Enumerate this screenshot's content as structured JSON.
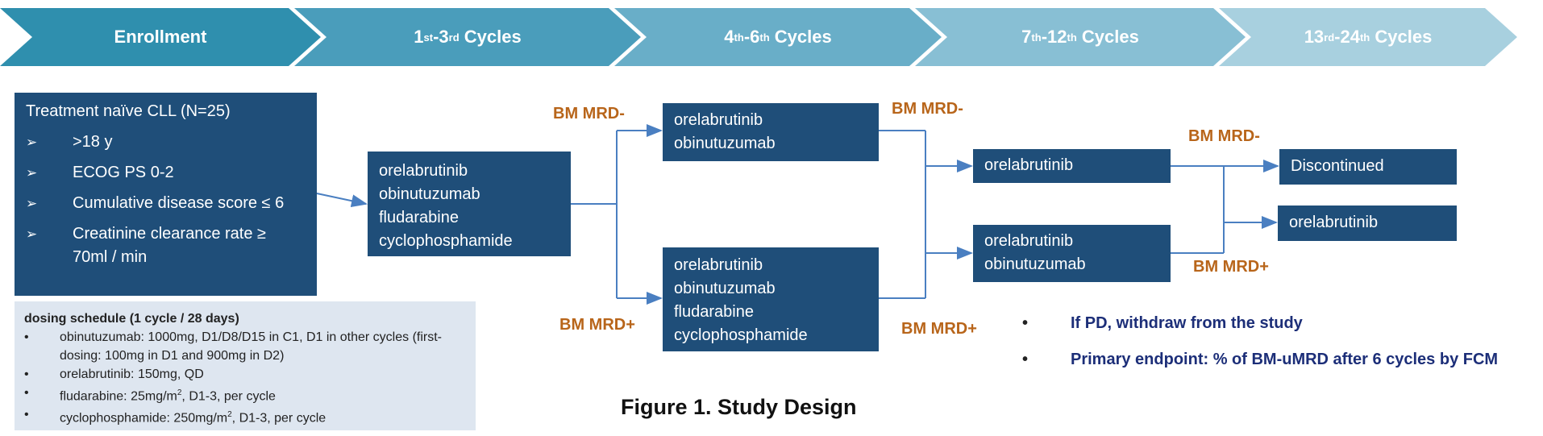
{
  "header": {
    "stages": [
      {
        "pre": "Enrollment",
        "sup1": "",
        "mid": "",
        "sup2": "",
        "post": "",
        "color": "#2f8fae"
      },
      {
        "pre": "1",
        "sup1": "st",
        "mid": "-3",
        "sup2": "rd",
        "post": " Cycles",
        "color": "#4a9dbb"
      },
      {
        "pre": "4",
        "sup1": "th",
        "mid": "-6",
        "sup2": "th",
        "post": " Cycles",
        "color": "#69aec8"
      },
      {
        "pre": "7",
        "sup1": "th",
        "mid": "-12",
        "sup2": "th",
        "post": " Cycles",
        "color": "#88bfd4"
      },
      {
        "pre": "13",
        "sup1": "rd",
        "mid": "-24",
        "sup2": "th",
        "post": " Cycles",
        "color": "#a8d0df"
      }
    ]
  },
  "enrollment": {
    "title": "Treatment naïve CLL (N=25)",
    "arrow_glyph": "➢",
    "criteria": [
      ">18 y",
      "ECOG PS 0-2",
      "Cumulative disease score ≤ 6",
      "Creatinine clearance rate ≥ 70ml / min"
    ]
  },
  "dosing": {
    "title": "dosing schedule (1 cycle / 28 days)",
    "bullet": "•",
    "items": [
      {
        "pre": "obinutuzumab: 1000mg, D1/D8/D15 in C1, D1 in other cycles (first-dosing: 100mg in D1 and 900mg in D2)",
        "sup": "",
        "post": ""
      },
      {
        "pre": "orelabrutinib: 150mg, QD",
        "sup": "",
        "post": ""
      },
      {
        "pre": "fludarabine: 25mg/m",
        "sup": "2",
        "post": ", D1-3, per cycle"
      },
      {
        "pre": "cyclophosphamide: 250mg/m",
        "sup": "2",
        "post": ", D1-3, per cycle"
      }
    ]
  },
  "regimens": {
    "induction": [
      "orelabrutinib",
      "obinutuzumab",
      "fludarabine",
      "cyclophosphamide"
    ],
    "mrd_neg_c4_6": [
      "orelabrutinib",
      "obinutuzumab"
    ],
    "mrd_pos_c4_6": [
      "orelabrutinib",
      "obinutuzumab",
      "fludarabine",
      "cyclophosphamide"
    ],
    "c7_12_top": [
      "orelabrutinib"
    ],
    "c7_12_bottom": [
      "orelabrutinib",
      "obinutuzumab"
    ],
    "c13_24_top": [
      "Discontinued"
    ],
    "c13_24_bottom": [
      "orelabrutinib"
    ]
  },
  "labels": {
    "mrd_neg": "BM MRD-",
    "mrd_pos": "BM MRD+"
  },
  "notes": {
    "dot": "•",
    "items": [
      "If PD, withdraw from the study",
      "Primary endpoint: % of BM-uMRD after 6 cycles by FCM"
    ]
  },
  "caption": "Figure 1. Study Design",
  "colors": {
    "box": "#1f4e79",
    "mrd_label": "#b8651a",
    "arrow": "#4a7fc1",
    "note_text": "#1c2e78",
    "panel": "#dee6f0"
  }
}
